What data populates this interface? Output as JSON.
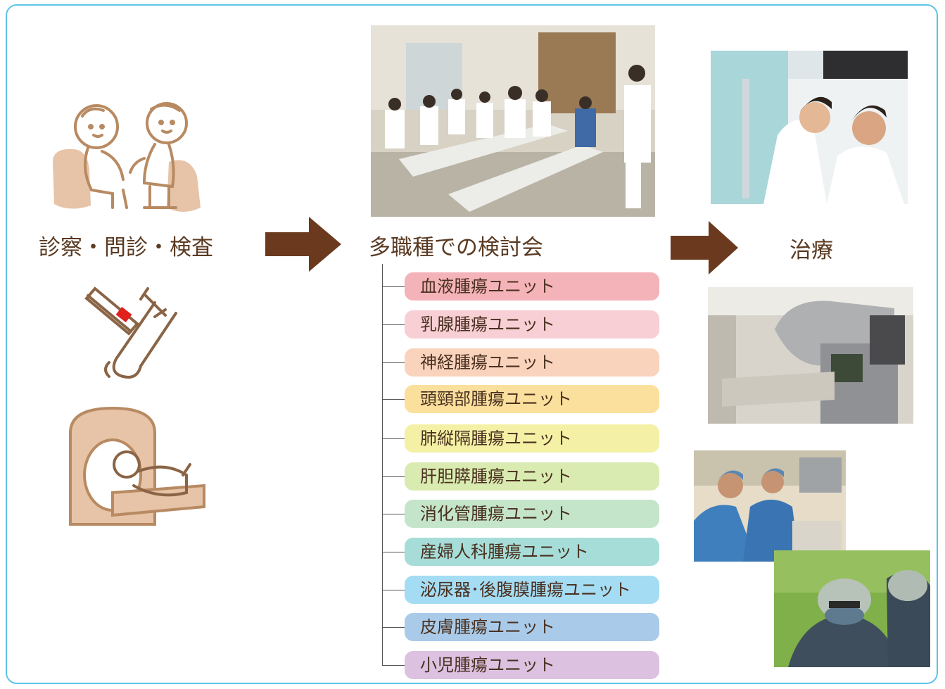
{
  "stages": {
    "exam": {
      "label": "診察・問診・検査"
    },
    "conference": {
      "label": "多職種での検討会"
    },
    "treatment": {
      "label": "治療"
    }
  },
  "colors": {
    "frame": "#5fc3e8",
    "arrow": "#6b3a1e",
    "label_text": "#5a3a22"
  },
  "units": [
    {
      "label": "血液腫瘍ユニット",
      "color": "#f4b3b8"
    },
    {
      "label": "乳腺腫瘍ユニット",
      "color": "#f8cfd4"
    },
    {
      "label": "神経腫瘍ユニット",
      "color": "#fad3bd"
    },
    {
      "label": "頭頸部腫瘍ユニット",
      "color": "#fbdf9c"
    },
    {
      "label": "肺縦隔腫瘍ユニット",
      "color": "#f4f1a6"
    },
    {
      "label": "肝胆膵腫瘍ユニット",
      "color": "#d9ebb0"
    },
    {
      "label": "消化管腫瘍ユニット",
      "color": "#c4e5c9"
    },
    {
      "label": "産婦人科腫瘍ユニット",
      "color": "#a6ddd8"
    },
    {
      "label": "泌尿器･後腹膜腫瘍ユニット",
      "color": "#a4dcf3"
    },
    {
      "label": "皮膚腫瘍ユニット",
      "color": "#a9cbe9"
    },
    {
      "label": "小児腫瘍ユニット",
      "color": "#dcc1e0"
    }
  ]
}
